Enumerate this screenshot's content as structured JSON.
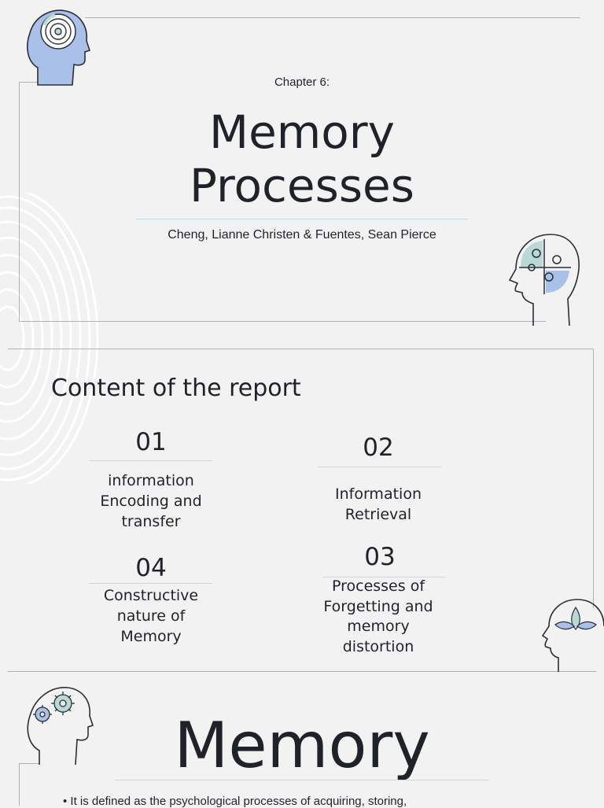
{
  "slide1": {
    "chapter": "Chapter 6:",
    "title_line1": "Memory",
    "title_line2": "Processes",
    "authors": "Cheng, Lianne Christen & Fuentes, Sean Pierce"
  },
  "slide2": {
    "heading": "Content of the report",
    "items": [
      {
        "number": "01",
        "lines": [
          "information",
          "Encoding and",
          "transfer"
        ]
      },
      {
        "number": "02",
        "lines": [
          "Information",
          "Retrieval"
        ]
      },
      {
        "number": "04",
        "lines": [
          "Constructive",
          "nature of",
          "Memory"
        ]
      },
      {
        "number": "03",
        "lines": [
          "Processes of",
          "Forgetting and",
          "memory",
          "distortion"
        ]
      }
    ]
  },
  "slide3": {
    "title": "Memory",
    "bullet": "It is defined as the psychological processes of acquiring, storing,"
  },
  "icons": {
    "head_maze": "head-maze-icon",
    "head_puzzle": "head-puzzle-icon",
    "head_leaves": "head-leaves-icon",
    "head_gears": "head-gears-icon",
    "fingerprint": "fingerprint-decoration"
  },
  "colors": {
    "background": "#f2f2f2",
    "text": "#1f2329",
    "rule": "#aeb2b8",
    "accent_teal": "#b9d9d6",
    "accent_blue": "#a9c1e8"
  }
}
